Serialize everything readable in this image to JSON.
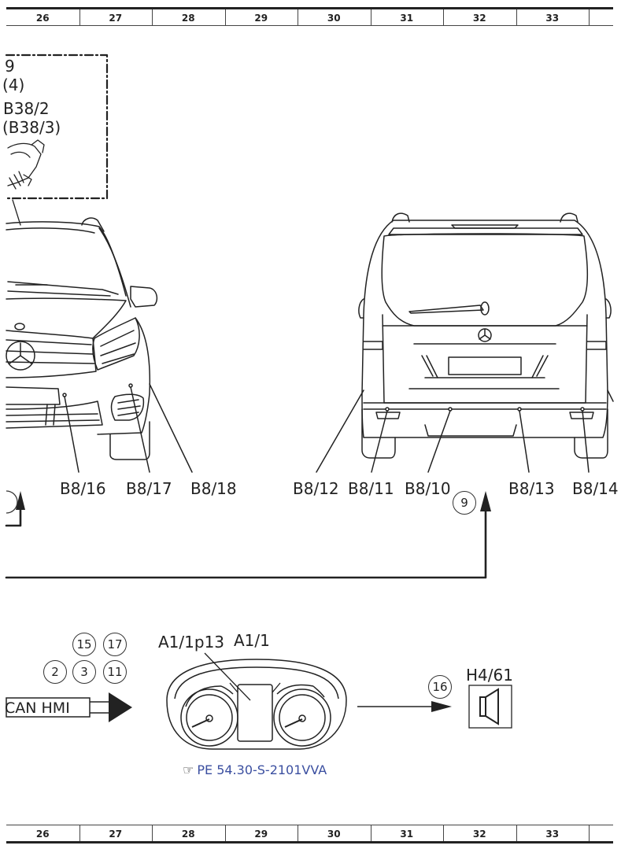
{
  "ruler": {
    "cells": [
      "26",
      "27",
      "28",
      "29",
      "30",
      "31",
      "32",
      "33",
      ""
    ]
  },
  "sensor_box": {
    "lines": [
      "9",
      "(4)",
      "B38/2",
      "(B38/3)"
    ]
  },
  "front_sensors": [
    "B8/16",
    "B8/17",
    "B8/18"
  ],
  "rear_sensors": [
    "B8/12",
    "B8/11",
    "B8/10",
    "B8/13",
    "B8/14"
  ],
  "circles": {
    "c9": "9",
    "c15": "15",
    "c17": "17",
    "c2": "2",
    "c3": "3",
    "c11": "11",
    "c16": "16"
  },
  "cluster": {
    "label_p13": "A1/1p13",
    "label_a1": "A1/1"
  },
  "can": {
    "label": "CAN HMI"
  },
  "buzzer": {
    "label": "H4/61"
  },
  "reference": {
    "text": "PE 54.30-S-2101VVA"
  }
}
